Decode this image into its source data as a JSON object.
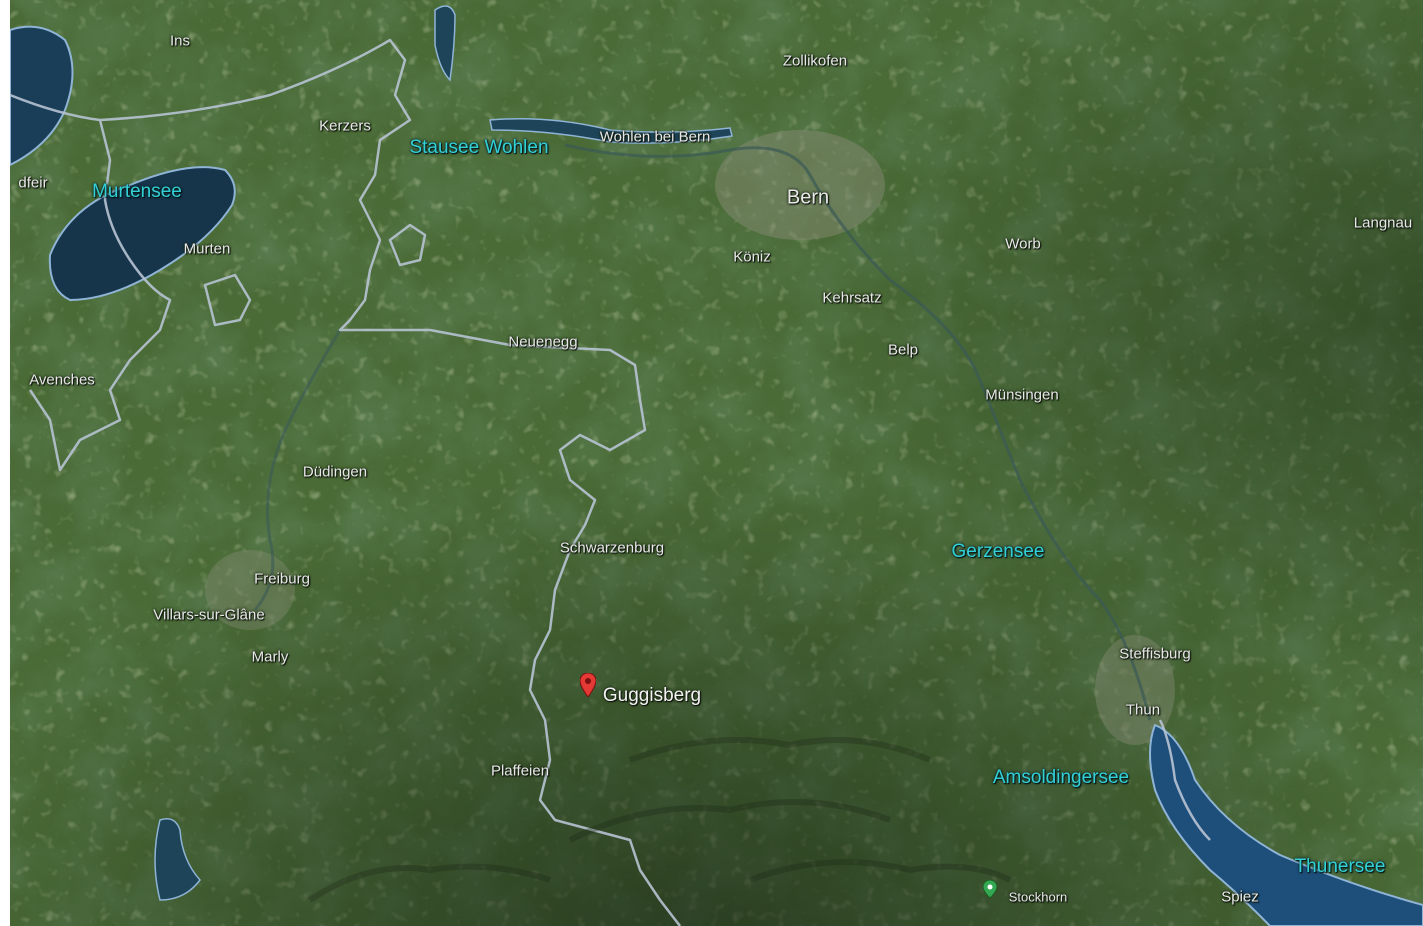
{
  "map": {
    "view": "satellite",
    "colors": {
      "border": "#b7c3d3",
      "lake_label": "#33d0d6",
      "town_label": "#e8e8e8",
      "lake_water": "#16354a",
      "lake_outline": "#8fb4d6",
      "pin_red": "#e53935",
      "poi_green": "#34a853"
    },
    "selected_place": {
      "name": "Guggisberg",
      "icon": "red-location-pin-icon"
    },
    "poi": {
      "name": "Stockhorn",
      "icon": "green-place-pin-icon"
    },
    "towns": [
      "Ins",
      "Zollikofen",
      "Kerzers",
      "Wohlen bei Bern",
      "Bern",
      "Langnau",
      "Murten",
      "Köniz",
      "Worb",
      "Kehrsatz",
      "Neuenegg",
      "Belp",
      "Avenches",
      "Münsingen",
      "Düdingen",
      "Schwarzenburg",
      "Freiburg",
      "Villars-sur-Glâne",
      "Marly",
      "Steffisburg",
      "Thun",
      "Plaffeien",
      "Spiez",
      "dfeir"
    ],
    "lakes": [
      "Stausee Wohlen",
      "Murtensee",
      "Gerzensee",
      "Amsoldingersee",
      "Thunersee"
    ]
  }
}
